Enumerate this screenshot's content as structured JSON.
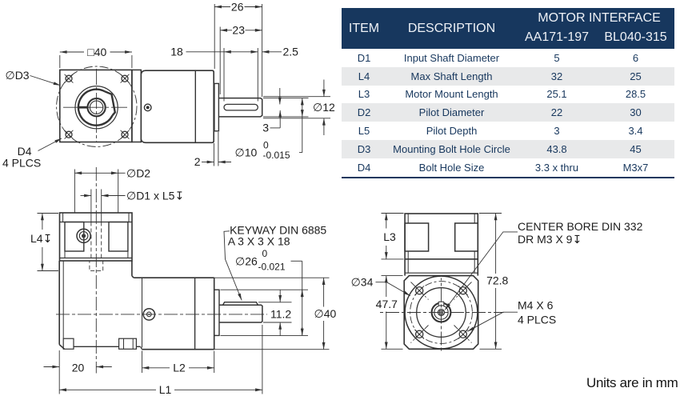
{
  "colors": {
    "background": "#ffffff",
    "line": "#333333",
    "table_header_bg": "#17375e",
    "table_header_text": "#eef1f6",
    "table_text": "#17375d",
    "table_row_alt": "#e8e9ea"
  },
  "table": {
    "header": {
      "item": "ITEM",
      "description": "DESCRIPTION",
      "group": "MOTOR INTERFACE",
      "col_a": "AA171-197",
      "col_b": "BL040-315"
    },
    "rows": [
      {
        "item": "D1",
        "description": "Input Shaft Diameter",
        "a": "5",
        "b": "6"
      },
      {
        "item": "L4",
        "description": "Max Shaft Length",
        "a": "32",
        "b": "25"
      },
      {
        "item": "L3",
        "description": "Motor Mount Length",
        "a": "25.1",
        "b": "28.5"
      },
      {
        "item": "D2",
        "description": "Pilot Diameter",
        "a": "22",
        "b": "30"
      },
      {
        "item": "L5",
        "description": "Pilot Depth",
        "a": "3",
        "b": "3.4"
      },
      {
        "item": "D3",
        "description": "Mounting Bolt Hole Circle",
        "a": "43.8",
        "b": "45"
      },
      {
        "item": "D4",
        "description": "Bolt Hole Size",
        "a": "3.3 x thru",
        "b": "M3x7"
      }
    ]
  },
  "front_view": {
    "dim_square": "□40",
    "label_bolt_circle": "∅D3",
    "label_holes_1": "D4",
    "label_holes_2": "4 PLCS"
  },
  "top_view": {
    "dim_total": "26",
    "dim_shaft": "23",
    "dim_keyway_len": "18",
    "dim_key_end": "2.5",
    "dim_od": "∅12",
    "dim_key_width": "3",
    "dim_shaft_dia": "∅10",
    "tol_upper": "0",
    "tol_lower": "-0.015",
    "dim_shoulder": "2"
  },
  "side_view": {
    "dim_pilot_dia": "∅D2",
    "dim_input_shaft": "∅D1 x L5↧",
    "dim_shaft_len": "L4↧",
    "note_keyway_1": "KEYWAY DIN 6885",
    "note_keyway_2": "A 3 X 3 X 18",
    "dim_output_boss": "∅26",
    "tol_upper": "0",
    "tol_lower": "-0.021",
    "dim_key_height": "11.2",
    "dim_body_dia": "∅40",
    "dim_face_to_axis": "20",
    "dim_l2": "L2",
    "dim_l1": "L1"
  },
  "rear_view": {
    "dim_l3": "L3",
    "dim_boss_dia": "∅34",
    "dim_height_flange": "47.7",
    "dim_height_total": "72.8",
    "note_bore_1": "CENTER BORE DIN 332",
    "note_bore_2": "DR M3 X 9↧",
    "note_bolts_1": "M4 X 6",
    "note_bolts_2": "4 PLCS"
  },
  "footer": {
    "units": "Units are in mm"
  }
}
